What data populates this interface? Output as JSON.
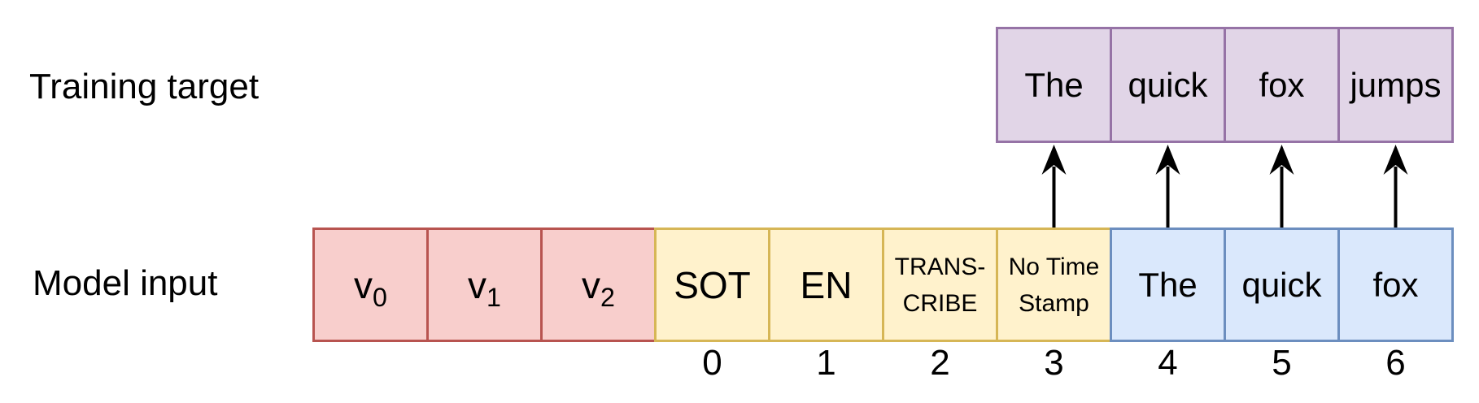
{
  "labels": {
    "training_target": "Training target",
    "model_input": "Model input"
  },
  "diagram": {
    "target_row": {
      "tokens": [
        "The",
        "quick",
        "fox",
        "jumps"
      ],
      "fill": "#E1D5E7",
      "border": "#9673A6"
    },
    "input_row": {
      "groups": [
        {
          "name": "audio-embedding-tokens",
          "fill": "#F8CECC",
          "border": "#B85450",
          "tokens": [
            {
              "text": "v",
              "sub": "0"
            },
            {
              "text": "v",
              "sub": "1"
            },
            {
              "text": "v",
              "sub": "2"
            }
          ]
        },
        {
          "name": "special-tokens",
          "fill": "#FFF2CC",
          "border": "#D6B656",
          "tokens": [
            {
              "text": "SOT"
            },
            {
              "text": "EN"
            },
            {
              "lines": [
                "TRANS-",
                "CRIBE"
              ]
            },
            {
              "lines": [
                "No Time",
                "Stamp"
              ]
            }
          ]
        },
        {
          "name": "text-tokens",
          "fill": "#DAE8FC",
          "border": "#6C8EBF",
          "tokens": [
            {
              "text": "The"
            },
            {
              "text": "quick"
            },
            {
              "text": "fox"
            }
          ]
        }
      ]
    },
    "position_labels": [
      "0",
      "1",
      "2",
      "3",
      "4",
      "5",
      "6"
    ],
    "arrows": {
      "from_positions": [
        3,
        4,
        5,
        6
      ],
      "color": "#000000"
    }
  }
}
